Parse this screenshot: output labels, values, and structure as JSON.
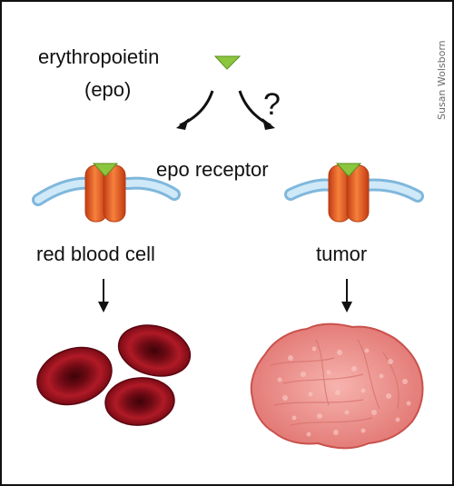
{
  "labels": {
    "hormone_name": "erythropoietin",
    "hormone_abbrev": "(epo)",
    "question_mark": "?",
    "receptor": "epo receptor",
    "left_target": "red blood cell",
    "right_target": "tumor"
  },
  "credit": "Susan Wolsborn",
  "colors": {
    "epo_triangle": "#8cc63f",
    "receptor_body": "#e8632a",
    "membrane": "#a9d6f2",
    "rbc": "#8b0f1a",
    "tumor": "#f2a09c",
    "arrow": "#111111"
  }
}
